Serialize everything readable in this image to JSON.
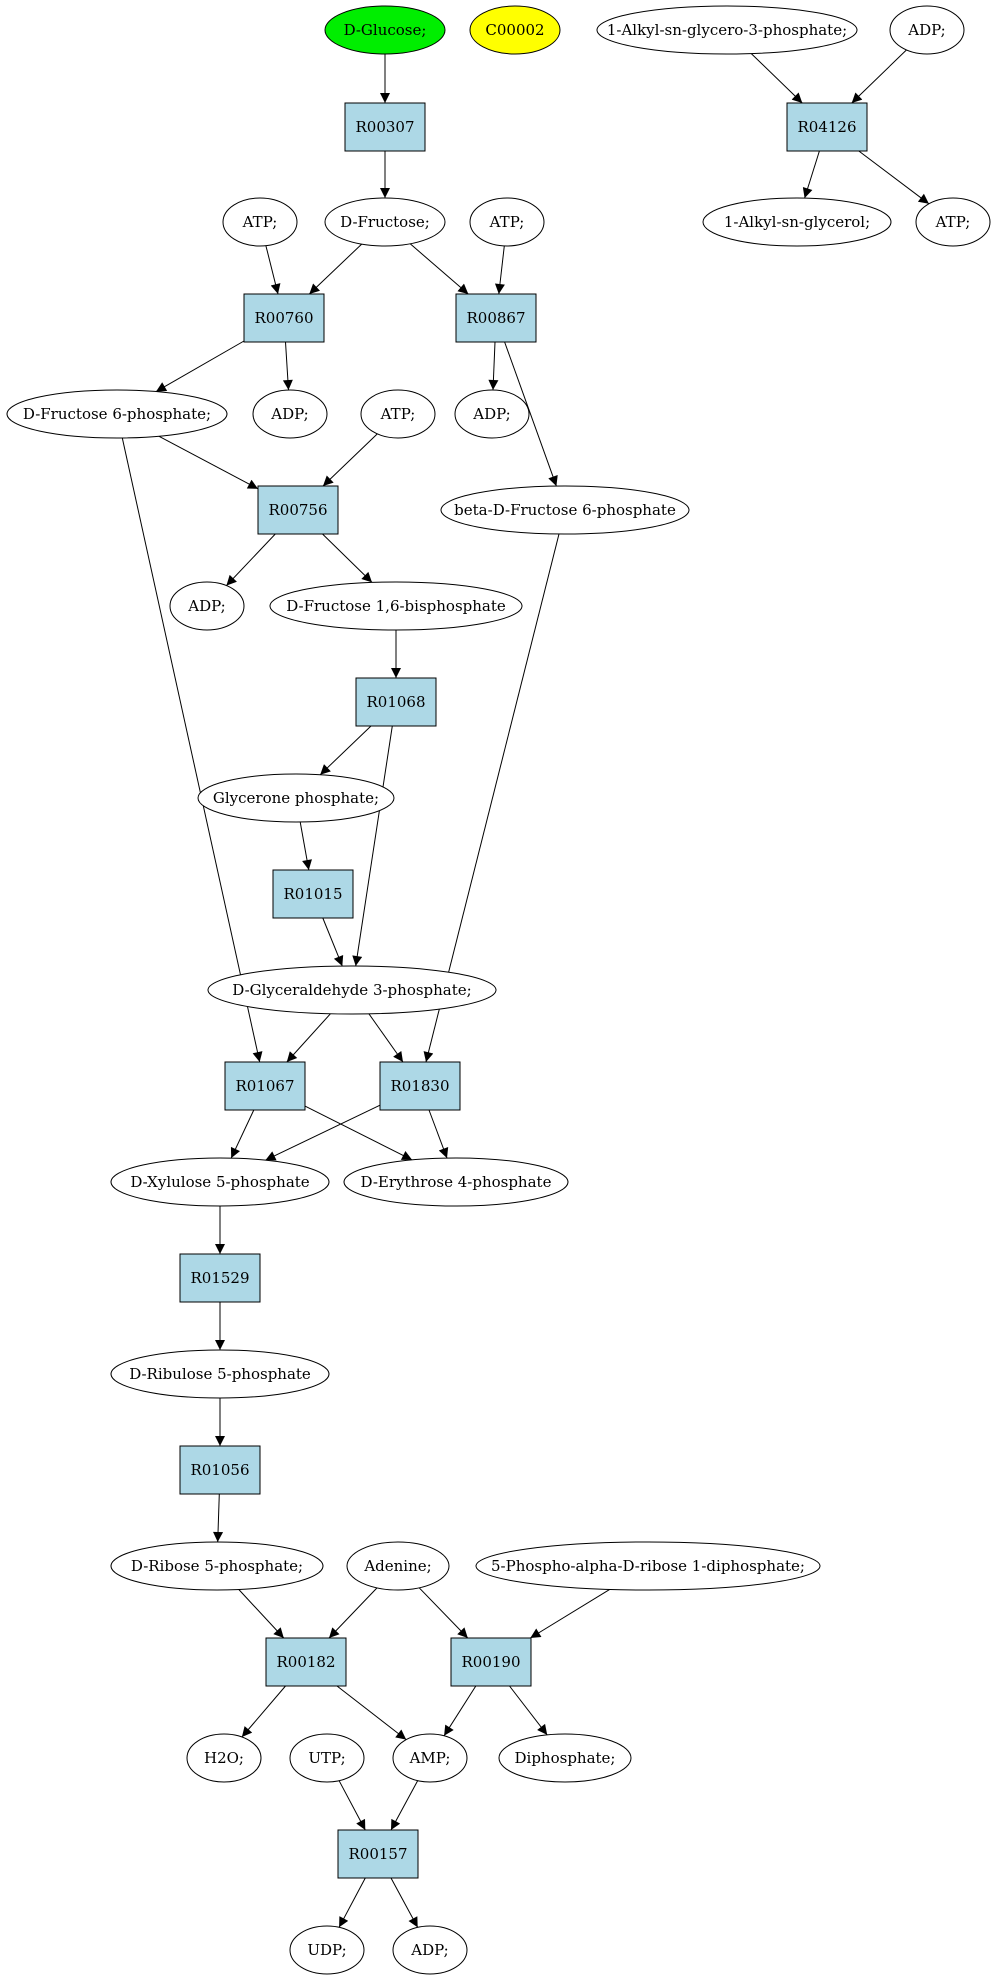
{
  "colors": {
    "start": "#00ee00",
    "highlight": "#ffff00",
    "reaction": "#add8e6",
    "compound": "#ffffff",
    "stroke": "#000000"
  },
  "nodes": [
    {
      "id": "glucose",
      "type": "compound",
      "label": "D-Glucose;",
      "fill": "start"
    },
    {
      "id": "c00002",
      "type": "compound",
      "label": "C00002",
      "fill": "highlight"
    },
    {
      "id": "alkylg3p",
      "type": "compound",
      "label": "1-Alkyl-sn-glycero-3-phosphate;"
    },
    {
      "id": "adp_top",
      "type": "compound",
      "label": "ADP;"
    },
    {
      "id": "R00307",
      "type": "reaction",
      "label": "R00307"
    },
    {
      "id": "R04126",
      "type": "reaction",
      "label": "R04126"
    },
    {
      "id": "atp1",
      "type": "compound",
      "label": "ATP;"
    },
    {
      "id": "fructose",
      "type": "compound",
      "label": "D-Fructose;"
    },
    {
      "id": "atp2",
      "type": "compound",
      "label": "ATP;"
    },
    {
      "id": "alkylg",
      "type": "compound",
      "label": "1-Alkyl-sn-glycerol;"
    },
    {
      "id": "atp3",
      "type": "compound",
      "label": "ATP;"
    },
    {
      "id": "R00760",
      "type": "reaction",
      "label": "R00760"
    },
    {
      "id": "R00867",
      "type": "reaction",
      "label": "R00867"
    },
    {
      "id": "f6p",
      "type": "compound",
      "label": "D-Fructose 6-phosphate;"
    },
    {
      "id": "adp2",
      "type": "compound",
      "label": "ADP;"
    },
    {
      "id": "atp4",
      "type": "compound",
      "label": "ATP;"
    },
    {
      "id": "adp3",
      "type": "compound",
      "label": "ADP;"
    },
    {
      "id": "bf6p",
      "type": "compound",
      "label": "beta-D-Fructose 6-phosphate"
    },
    {
      "id": "R00756",
      "type": "reaction",
      "label": "R00756"
    },
    {
      "id": "adp4",
      "type": "compound",
      "label": "ADP;"
    },
    {
      "id": "fbp",
      "type": "compound",
      "label": "D-Fructose 1,6-bisphosphate"
    },
    {
      "id": "R01068",
      "type": "reaction",
      "label": "R01068"
    },
    {
      "id": "dhap",
      "type": "compound",
      "label": "Glycerone phosphate;"
    },
    {
      "id": "R01015",
      "type": "reaction",
      "label": "R01015"
    },
    {
      "id": "g3p",
      "type": "compound",
      "label": "D-Glyceraldehyde 3-phosphate;"
    },
    {
      "id": "R01067",
      "type": "reaction",
      "label": "R01067"
    },
    {
      "id": "R01830",
      "type": "reaction",
      "label": "R01830"
    },
    {
      "id": "x5p",
      "type": "compound",
      "label": "D-Xylulose 5-phosphate"
    },
    {
      "id": "e4p",
      "type": "compound",
      "label": "D-Erythrose 4-phosphate"
    },
    {
      "id": "R01529",
      "type": "reaction",
      "label": "R01529"
    },
    {
      "id": "ru5p",
      "type": "compound",
      "label": "D-Ribulose 5-phosphate"
    },
    {
      "id": "R01056",
      "type": "reaction",
      "label": "R01056"
    },
    {
      "id": "r5p",
      "type": "compound",
      "label": "D-Ribose 5-phosphate;"
    },
    {
      "id": "adenine",
      "type": "compound",
      "label": "Adenine;"
    },
    {
      "id": "prpp",
      "type": "compound",
      "label": "5-Phospho-alpha-D-ribose 1-diphosphate;"
    },
    {
      "id": "R00182",
      "type": "reaction",
      "label": "R00182"
    },
    {
      "id": "R00190",
      "type": "reaction",
      "label": "R00190"
    },
    {
      "id": "h2o",
      "type": "compound",
      "label": "H2O;"
    },
    {
      "id": "utp",
      "type": "compound",
      "label": "UTP;"
    },
    {
      "id": "amp",
      "type": "compound",
      "label": "AMP;"
    },
    {
      "id": "diphos",
      "type": "compound",
      "label": "Diphosphate;"
    },
    {
      "id": "R00157",
      "type": "reaction",
      "label": "R00157"
    },
    {
      "id": "udp",
      "type": "compound",
      "label": "UDP;"
    },
    {
      "id": "adp_bot",
      "type": "compound",
      "label": "ADP;"
    }
  ],
  "edges": [
    {
      "from": "glucose",
      "to": "R00307"
    },
    {
      "from": "alkylg3p",
      "to": "R04126"
    },
    {
      "from": "adp_top",
      "to": "R04126"
    },
    {
      "from": "R00307",
      "to": "fructose"
    },
    {
      "from": "R04126",
      "to": "alkylg"
    },
    {
      "from": "R04126",
      "to": "atp3"
    },
    {
      "from": "atp1",
      "to": "R00760"
    },
    {
      "from": "fructose",
      "to": "R00760"
    },
    {
      "from": "fructose",
      "to": "R00867"
    },
    {
      "from": "atp2",
      "to": "R00867"
    },
    {
      "from": "R00760",
      "to": "f6p"
    },
    {
      "from": "R00760",
      "to": "adp2"
    },
    {
      "from": "R00867",
      "to": "adp3"
    },
    {
      "from": "R00867",
      "to": "bf6p"
    },
    {
      "from": "f6p",
      "to": "R00756"
    },
    {
      "from": "atp4",
      "to": "R00756"
    },
    {
      "from": "R00756",
      "to": "adp4"
    },
    {
      "from": "R00756",
      "to": "fbp"
    },
    {
      "from": "fbp",
      "to": "R01068"
    },
    {
      "from": "R01068",
      "to": "dhap"
    },
    {
      "from": "R01068",
      "to": "g3p"
    },
    {
      "from": "dhap",
      "to": "R01015"
    },
    {
      "from": "R01015",
      "to": "g3p"
    },
    {
      "from": "f6p",
      "to": "R01067"
    },
    {
      "from": "g3p",
      "to": "R01067"
    },
    {
      "from": "g3p",
      "to": "R01830"
    },
    {
      "from": "bf6p",
      "to": "R01830"
    },
    {
      "from": "R01067",
      "to": "x5p"
    },
    {
      "from": "R01067",
      "to": "e4p"
    },
    {
      "from": "R01830",
      "to": "x5p"
    },
    {
      "from": "R01830",
      "to": "e4p"
    },
    {
      "from": "x5p",
      "to": "R01529"
    },
    {
      "from": "R01529",
      "to": "ru5p"
    },
    {
      "from": "ru5p",
      "to": "R01056"
    },
    {
      "from": "R01056",
      "to": "r5p"
    },
    {
      "from": "r5p",
      "to": "R00182"
    },
    {
      "from": "adenine",
      "to": "R00182"
    },
    {
      "from": "adenine",
      "to": "R00190"
    },
    {
      "from": "prpp",
      "to": "R00190"
    },
    {
      "from": "R00182",
      "to": "h2o"
    },
    {
      "from": "R00182",
      "to": "amp"
    },
    {
      "from": "R00190",
      "to": "amp"
    },
    {
      "from": "R00190",
      "to": "diphos"
    },
    {
      "from": "utp",
      "to": "R00157"
    },
    {
      "from": "amp",
      "to": "R00157"
    },
    {
      "from": "R00157",
      "to": "udp"
    },
    {
      "from": "R00157",
      "to": "adp_bot"
    }
  ]
}
